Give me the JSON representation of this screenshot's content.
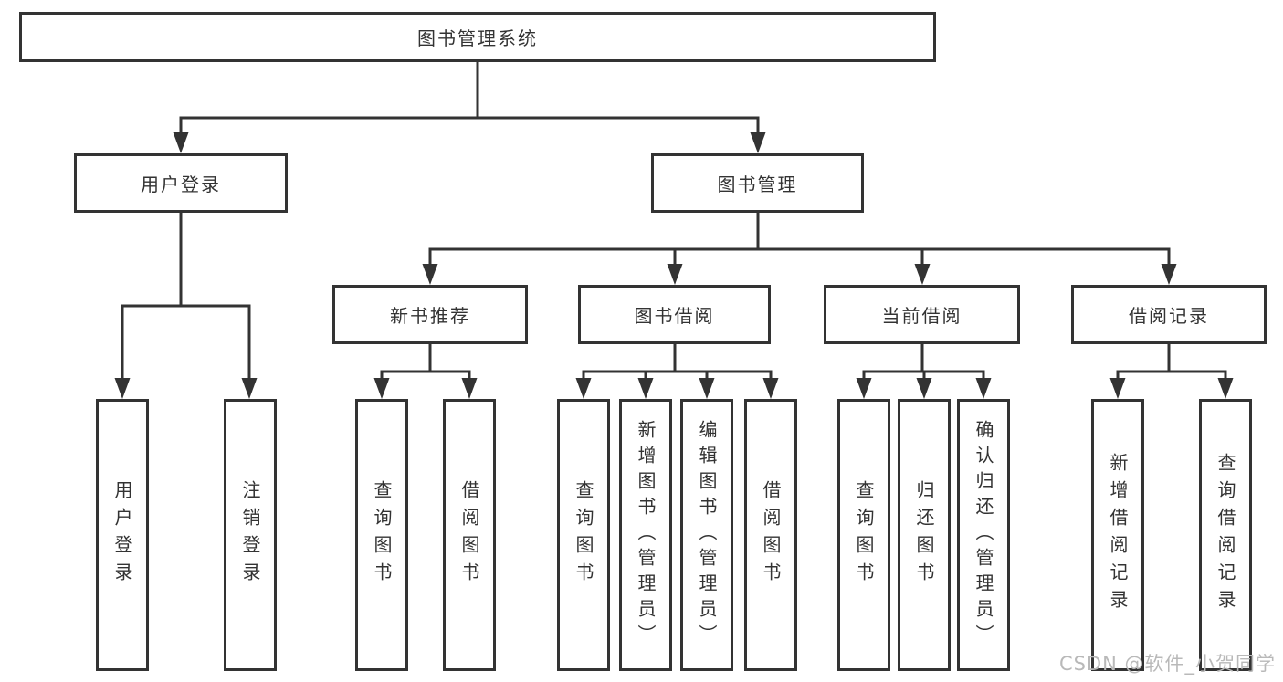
{
  "diagram": {
    "title": "图书管理系统",
    "type": "hierarchy-tree"
  },
  "nodes": {
    "root": "图书管理系统",
    "user_login": "用户登录",
    "book_management": "图书管理",
    "new_book_recommend": "新书推荐",
    "book_borrow": "图书借阅",
    "current_borrow": "当前借阅",
    "borrow_records": "借阅记录",
    "leaf_user_login": "用户登录",
    "leaf_logout": "注销登录",
    "leaf_query_book_rec": "查询图书",
    "leaf_borrow_book_rec": "借阅图书",
    "leaf_query_book_borrow": "查询图书",
    "leaf_add_book_admin": "新增图书（管理员）",
    "leaf_edit_book_admin": "编辑图书（管理员）",
    "leaf_borrow_book_borrow": "借阅图书",
    "leaf_query_book_current": "查询图书",
    "leaf_return_book": "归还图书",
    "leaf_confirm_return_admin": "确认归还（管理员）",
    "leaf_add_borrow_record": "新增借阅记录",
    "leaf_query_borrow_record": "查询借阅记录"
  },
  "watermark": "CSDN @软件_小贺同学",
  "colors": {
    "line": "#333333",
    "text": "#333333",
    "background": "#ffffff",
    "watermark": "#b9b9b9"
  }
}
